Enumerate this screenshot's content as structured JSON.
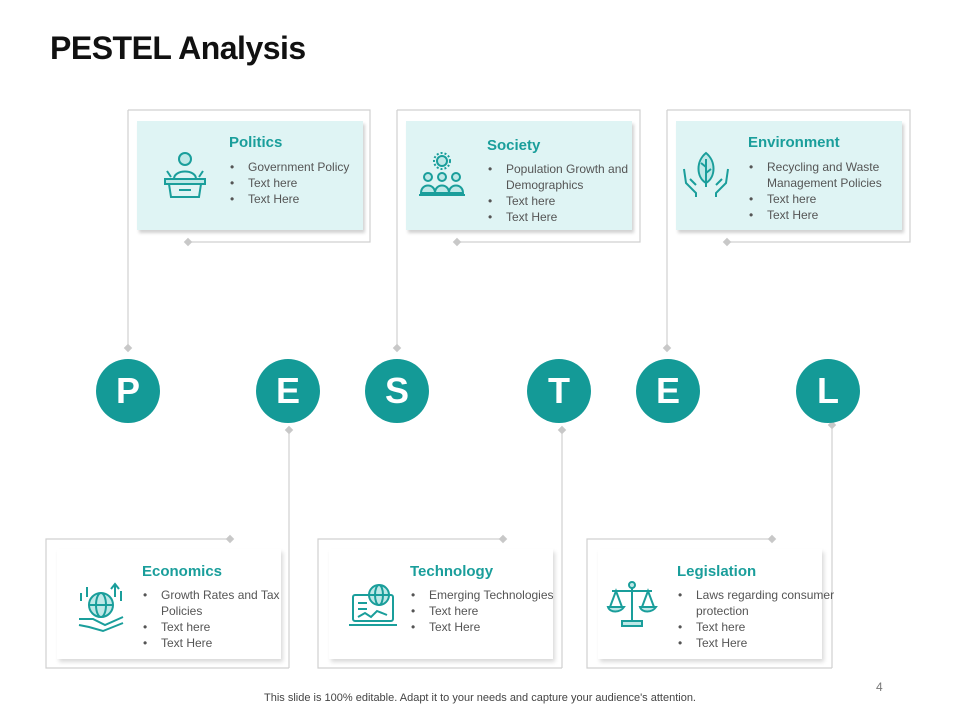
{
  "slide": {
    "title": "PESTEL Analysis",
    "page_number": "4",
    "footer": "This slide is 100% editable. Adapt it to your needs and capture your audience's attention.",
    "accent_color": "#149a97",
    "card_fill_color": "#dff4f4"
  },
  "letters": [
    "P",
    "E",
    "S",
    "T",
    "E",
    "L"
  ],
  "cards": {
    "politics": {
      "title": "Politics",
      "icon": "podium-speaker-icon",
      "items": [
        "Government Policy",
        "Text here",
        "Text Here"
      ]
    },
    "society": {
      "title": "Society",
      "icon": "people-group-icon",
      "items": [
        "Population Growth and Demographics",
        "Text here",
        "Text Here"
      ]
    },
    "environment": {
      "title": "Environment",
      "icon": "hands-leaf-icon",
      "items": [
        "Recycling and Waste Management Policies",
        "Text here",
        "Text Here"
      ]
    },
    "economics": {
      "title": "Economics",
      "icon": "globe-growth-icon",
      "items": [
        "Growth Rates and Tax Policies",
        "Text here",
        "Text Here"
      ]
    },
    "technology": {
      "title": "Technology",
      "icon": "laptop-globe-icon",
      "items": [
        "Emerging Technologies",
        "Text here",
        "Text Here"
      ]
    },
    "legislation": {
      "title": "Legislation",
      "icon": "scales-of-justice-icon",
      "items": [
        "Laws regarding consumer protection",
        "Text here",
        "Text Here"
      ]
    }
  }
}
